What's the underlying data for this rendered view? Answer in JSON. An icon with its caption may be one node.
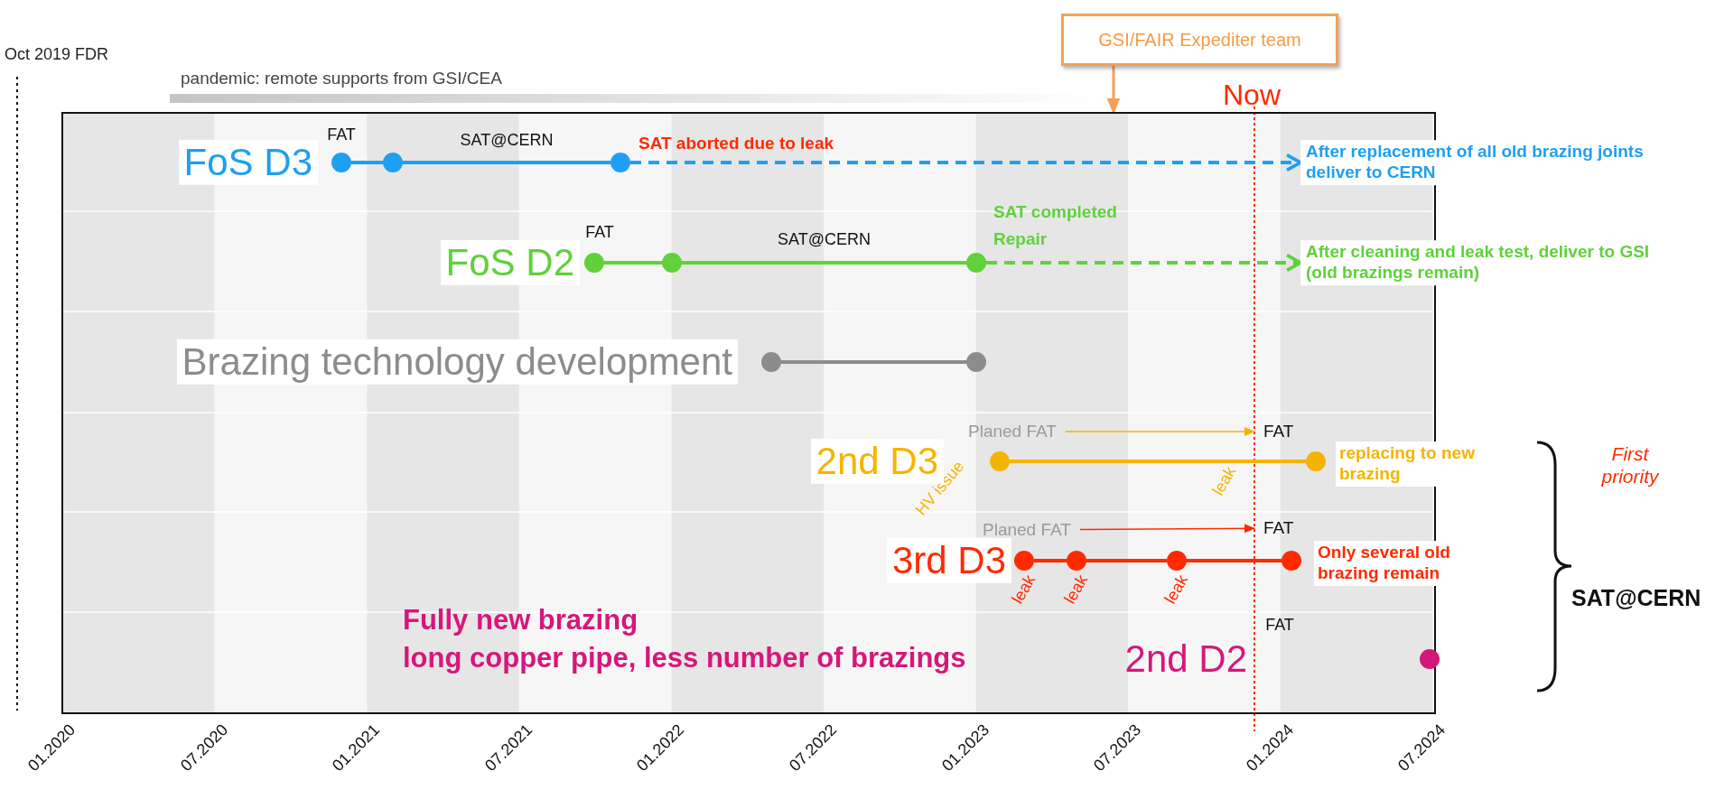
{
  "diagram": {
    "nodes": [
      {
        "text": [
          "GSI/FAIR Expediter team"
        ]
      },
      {
        "text": [],
        "shape": "box"
      },
      {
        "text": [],
        "shape": "circle",
        "beside": [
          "FAT"
        ],
        "in": 1
      },
      {
        "text": [],
        "shape": "circle",
        "in": 1
      },
      {
        "text": [],
        "shape": "circle",
        "beside": [
          "SAT aborted due to leak"
        ],
        "in": 1
      },
      {
        "text": [
          "After replacement of all old brazing joints deliver to CERN"
        ]
      },
      {
        "text": [],
        "shape": "circle",
        "beside": [
          "FAT"
        ],
        "in": 1
      },
      {
        "text": [],
        "shape": "circle",
        "in": 1
      },
      {
        "text": [],
        "shape": "circle",
        "beside": [
          "SAT completed",
          "Repair"
        ],
        "in": 1
      },
      {
        "text": [
          "After cleaning and leak test, deliver to GSI (old brazings remain)"
        ]
      },
      {
        "text": [],
        "shape": "circle",
        "in": 1
      },
      {
        "text": [],
        "shape": "circle",
        "in": 1
      },
      {
        "text": [
          "Planed FAT"
        ],
        "in": 1
      },
      {
        "text": [
          "FAT"
        ],
        "in": 1
      },
      {
        "text": [],
        "shape": "circle",
        "beside": [
          "HV issue"
        ],
        "in": 1
      },
      {
        "text": [],
        "shape": "circle",
        "beside": [
          "replacing to new brazing"
        ],
        "in": 1
      },
      {
        "text": [
          "Planed FAT"
        ],
        "in": 1
      },
      {
        "text": [
          "FAT"
        ],
        "in": 1
      },
      {
        "text": [],
        "shape": "circle",
        "beside": [
          "leak"
        ],
        "in": 1
      },
      {
        "text": [],
        "shape": "circle",
        "beside": [
          "leak"
        ],
        "in": 1
      },
      {
        "text": [],
        "shape": "circle",
        "beside": [
          "leak"
        ],
        "in": 1
      },
      {
        "text": [],
        "shape": "circle",
        "beside": [
          "Only several old brazing remain"
        ],
        "in": 1
      },
      {
        "text": [],
        "shape": "circle",
        "in": 1
      }
    ],
    "edges": [
      {
        "from": 0,
        "to": 1,
        "arrow": "to",
        "color": "#f5a055"
      },
      {
        "from": 2,
        "to": 3,
        "arrow": "none",
        "color": "#1e9ff2"
      },
      {
        "from": 3,
        "to": 4,
        "arrow": "none",
        "label": "SAT@CERN",
        "color": "#1e9ff2"
      },
      {
        "from": 4,
        "to": 5,
        "arrow": "to",
        "style": "dashed",
        "color": "#1e9ff2"
      },
      {
        "from": 6,
        "to": 7,
        "arrow": "none",
        "color": "#5fd13a"
      },
      {
        "from": 7,
        "to": 8,
        "arrow": "none",
        "label": "SAT@CERN",
        "color": "#5fd13a"
      },
      {
        "from": 8,
        "to": 9,
        "arrow": "to",
        "style": "dashed",
        "color": "#5fd13a"
      },
      {
        "from": 10,
        "to": 11,
        "arrow": "none",
        "color": "#8c8c8c"
      },
      {
        "from": 12,
        "to": 13,
        "arrow": "to",
        "color": "#f5b400"
      },
      {
        "from": 14,
        "to": 15,
        "arrow": "none",
        "color": "#f5b400"
      },
      {
        "from": 16,
        "to": 17,
        "arrow": "to",
        "color": "#ff2a00"
      },
      {
        "from": 18,
        "to": 19,
        "arrow": "none",
        "color": "#ff2a00"
      },
      {
        "from": 19,
        "to": 20,
        "arrow": "none",
        "color": "#ff2a00"
      },
      {
        "from": 20,
        "to": 21,
        "arrow": "none",
        "color": "#ff2a00"
      }
    ],
    "labels": [
      "Oct 2019 FDR",
      "pandemic: remote supports from GSI/CEA",
      "Now",
      "FoS D3",
      "FoS D2",
      "Brazing technology development",
      "2nd D3",
      "leak",
      "First priority",
      "3rd D3",
      "SAT@CERN",
      "FAT",
      "Fully new brazing",
      "long copper pipe, less number of brazings",
      "2nd D2",
      "01.2020",
      "07.2020",
      "01.2021",
      "07.2021",
      "01.2022",
      "07.2022",
      "01.2023",
      "07.2023",
      "01.2024",
      "07.2024"
    ]
  }
}
